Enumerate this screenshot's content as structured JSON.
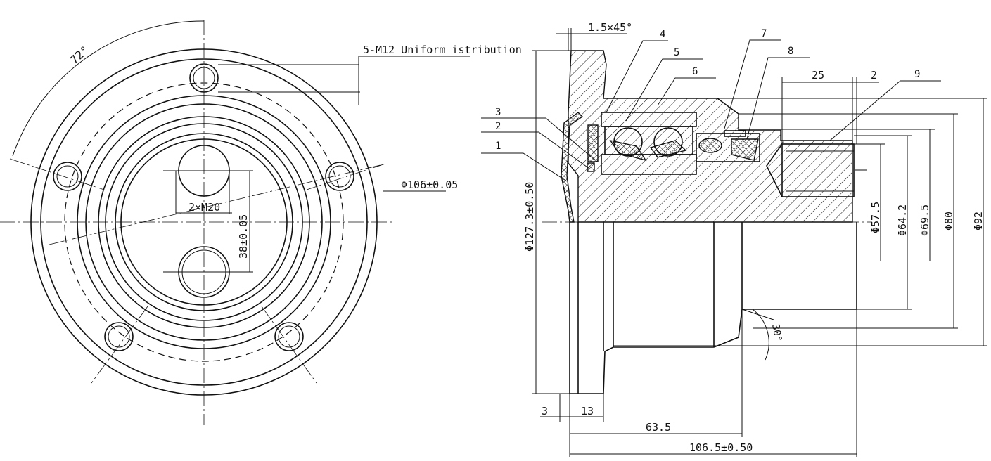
{
  "front_view": {
    "angle": "72°",
    "holes_note": "5-M12 Uniform istribution",
    "flange_diameter": "Φ106±0.05",
    "threads": "2×M20",
    "thread_spacing": "38±0.05"
  },
  "section_view": {
    "chamfer": "1.5×45°",
    "callouts": [
      "1",
      "2",
      "3",
      "4",
      "5",
      "6",
      "7",
      "8",
      "9"
    ],
    "dims": {
      "d_flange": "Φ127.3±0.50",
      "d57": "Φ57.5",
      "d64": "Φ64.2",
      "d69": "Φ69.5",
      "d80": "Φ80",
      "d92": "Φ92",
      "top25": "25",
      "top2": "2",
      "bot3": "3",
      "bot13": "13",
      "len63": "63.5",
      "len106": "106.5±0.50",
      "angle30": "30°"
    }
  }
}
